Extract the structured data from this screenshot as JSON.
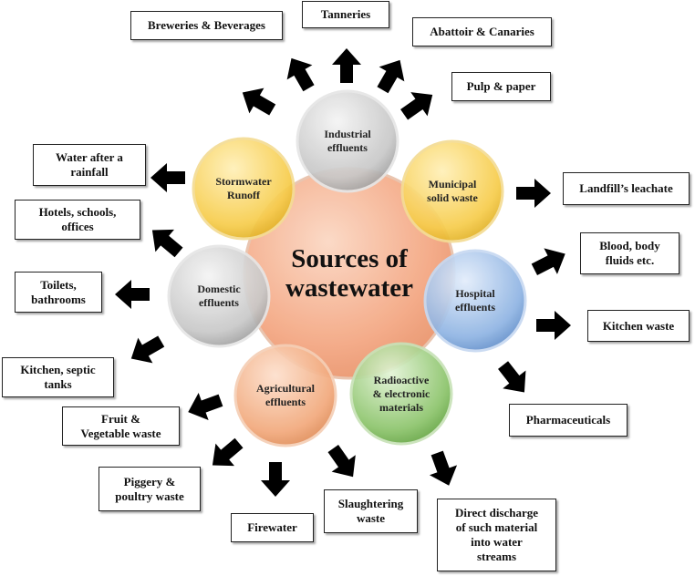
{
  "center": {
    "label": "Sources of\nwastewater",
    "color": "#f3a985"
  },
  "sources": [
    {
      "id": "industrial",
      "label": "Industrial\neffluents",
      "color": "#c9c9c9"
    },
    {
      "id": "municipal",
      "label": "Municipal\nsolid waste",
      "color": "#f6cc4e"
    },
    {
      "id": "hospital",
      "label": "Hospital\neffluents",
      "color": "#8fb4e3"
    },
    {
      "id": "radioactive",
      "label": "Radioactive\n& electronic\nmaterials",
      "color": "#8cc46b"
    },
    {
      "id": "agricultural",
      "label": "Agricultural\neffluents",
      "color": "#f2a97c"
    },
    {
      "id": "domestic",
      "label": "Domestic\neffluents",
      "color": "#c9c9c9"
    },
    {
      "id": "stormwater",
      "label": "Stormwater\nRunoff",
      "color": "#f6cc4e"
    }
  ],
  "outputs": {
    "breweries": "Breweries & Beverages",
    "tanneries": "Tanneries",
    "abattoir": "Abattoir & Canaries",
    "pulp": "Pulp & paper",
    "landfill": "Landfill’s leachate",
    "blood": "Blood, body\nfluids etc.",
    "kitchen_waste": "Kitchen waste",
    "pharma": "Pharmaceuticals",
    "direct": "Direct discharge\nof such material\ninto water\nstreams",
    "slaughtering": "Slaughtering\nwaste",
    "firewater": "Firewater",
    "piggery": "Piggery &\npoultry waste",
    "fruit": "Fruit &\nVegetable waste",
    "kitchen_septic": "Kitchen, septic\ntanks",
    "toilets": "Toilets,\nbathrooms",
    "hotels": "Hotels, schools,\noffices",
    "rainfall": "Water after a\nrainfall"
  }
}
